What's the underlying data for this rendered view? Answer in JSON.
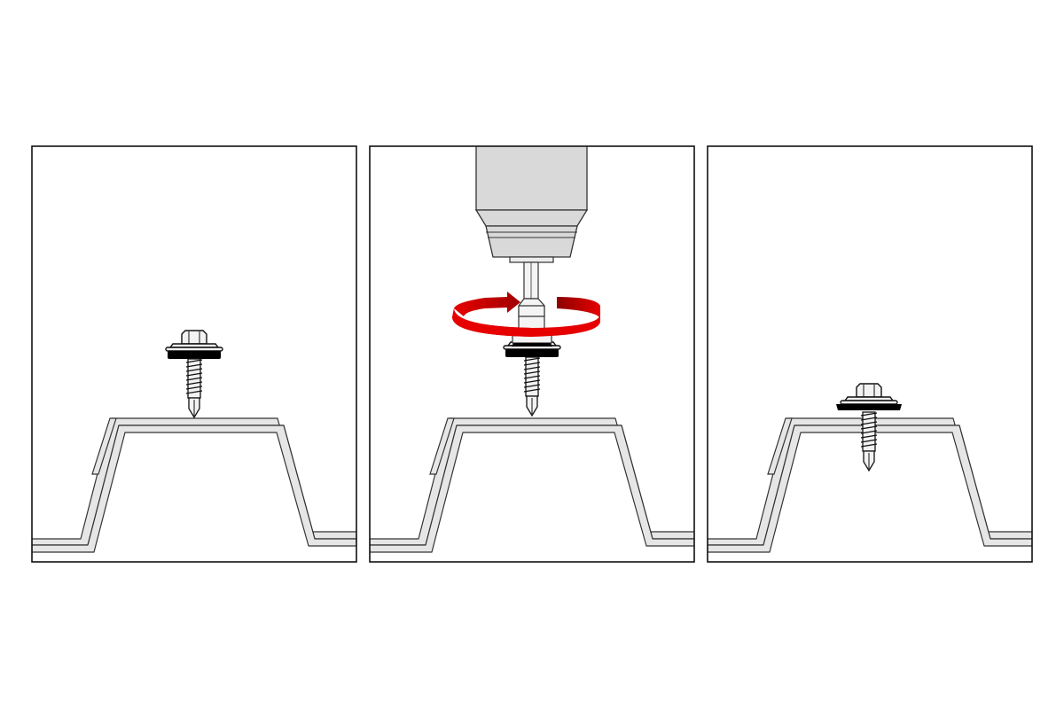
{
  "colors": {
    "background": "#ffffff",
    "frame": "#111111",
    "sheet_fill": "#e6e6e6",
    "drill_body": "#d9d9d9",
    "washer": "#000000",
    "screw_fill": "#f2f2f2",
    "rotation_arrow": "#e60000",
    "rotation_arrow_dark": "#8c0000"
  },
  "panels": [
    {
      "step": 1,
      "state": "screw-placed-on-sheet",
      "drill": false,
      "rotation": false
    },
    {
      "step": 2,
      "state": "screw-driven-by-drill",
      "drill": true,
      "rotation": true
    },
    {
      "step": 3,
      "state": "screw-fastened-through-sheet",
      "drill": false,
      "rotation": false
    }
  ],
  "icons": [
    "hex-head-screw-icon",
    "drill-icon",
    "rotation-arrow-icon",
    "trapezoidal-sheet-icon"
  ]
}
